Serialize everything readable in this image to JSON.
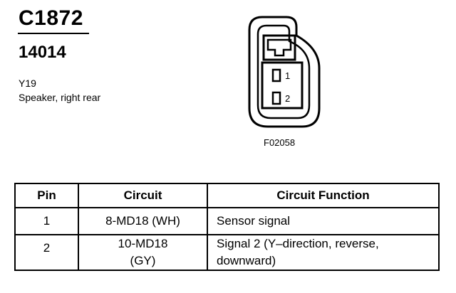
{
  "header": {
    "connector_id": "C1872",
    "part_number": "14014",
    "location_code": "Y19",
    "description": "Speaker, right rear"
  },
  "figure": {
    "reference": "F02058",
    "pin_labels": [
      "1",
      "2"
    ]
  },
  "table": {
    "columns": [
      "Pin",
      "Circuit",
      "Circuit Function"
    ],
    "rows": [
      {
        "pin": "1",
        "circuit": "8-MD18 (WH)",
        "circuit_line2": "",
        "function": "Sensor signal",
        "function_line2": ""
      },
      {
        "pin": "2",
        "circuit": "10-MD18",
        "circuit_line2": "(GY)",
        "function": "Signal 2 (Y–direction, reverse,",
        "function_line2": "downward)"
      }
    ]
  }
}
